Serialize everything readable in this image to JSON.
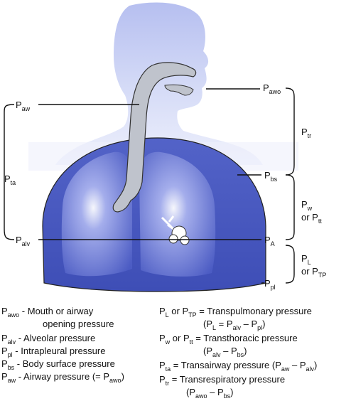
{
  "colors": {
    "body_fill": "#c4ccf2",
    "lung_fill": "#4f5fc0",
    "lung_inner": "#7d89e0",
    "airway_fill": "#bfc3cc",
    "line": "#111111"
  },
  "labels": {
    "paw": {
      "p": "P",
      "s": "aw"
    },
    "pawo": {
      "p": "P",
      "s": "awo"
    },
    "ptr": {
      "p": "P",
      "s": "tr"
    },
    "pta": {
      "p": "P",
      "s": "ta"
    },
    "pbs": {
      "p": "P",
      "s": "bs"
    },
    "pw": {
      "p": "P",
      "s": "w"
    },
    "pw_or": "or P",
    "pw_or_s": "tt",
    "palv": {
      "p": "P",
      "s": "alv"
    },
    "pA": {
      "p": "P",
      "s": "A"
    },
    "pl": {
      "p": "P",
      "s": "L"
    },
    "pl_or": "or P",
    "pl_or_s": "TP",
    "ppl": {
      "p": "P",
      "s": "pl"
    }
  },
  "legend_left": [
    {
      "p": "P",
      "s": "awo",
      "text": " - Mouth or airway",
      "cont": "opening pressure"
    },
    {
      "p": "P",
      "s": "alv",
      "text": " - Alveolar pressure"
    },
    {
      "p": "P",
      "s": "pl",
      "text": " - Intrapleural pressure"
    },
    {
      "p": "P",
      "s": "bs",
      "text": " - Body surface pressure"
    },
    {
      "p": "P",
      "s": "aw",
      "text": " - Airway pressure (= P",
      "s2": "awo",
      "t2": ")"
    }
  ],
  "legend_right": {
    "l1": {
      "a": "P",
      "as": "L",
      "b": " or P",
      "bs": "TP",
      "c": " = Transpulmonary pressure"
    },
    "l2": {
      "a": "(P",
      "as": "L",
      "b": " = P",
      "bs": "alv",
      "c": " – P",
      "cs": "pl",
      "d": ")"
    },
    "l3": {
      "a": "P",
      "as": "w",
      "b": " or P",
      "bs": "tt",
      "c": " = Transthoracic pressure"
    },
    "l4": {
      "a": "(P",
      "as": "alv",
      "b": " – P",
      "bs": "bs",
      "c": ")"
    },
    "l5": {
      "a": "P",
      "as": "ta",
      "b": " = Transairway pressure (P",
      "bs": "aw",
      "c": " – P",
      "cs": "alv",
      "d": ")"
    },
    "l6": {
      "a": "P",
      "as": "tr",
      "b": " = Transrespiratory pressure"
    },
    "l7": {
      "a": "(P",
      "as": "awo",
      "b": " – P",
      "bs": "bs",
      "c": ")"
    }
  }
}
